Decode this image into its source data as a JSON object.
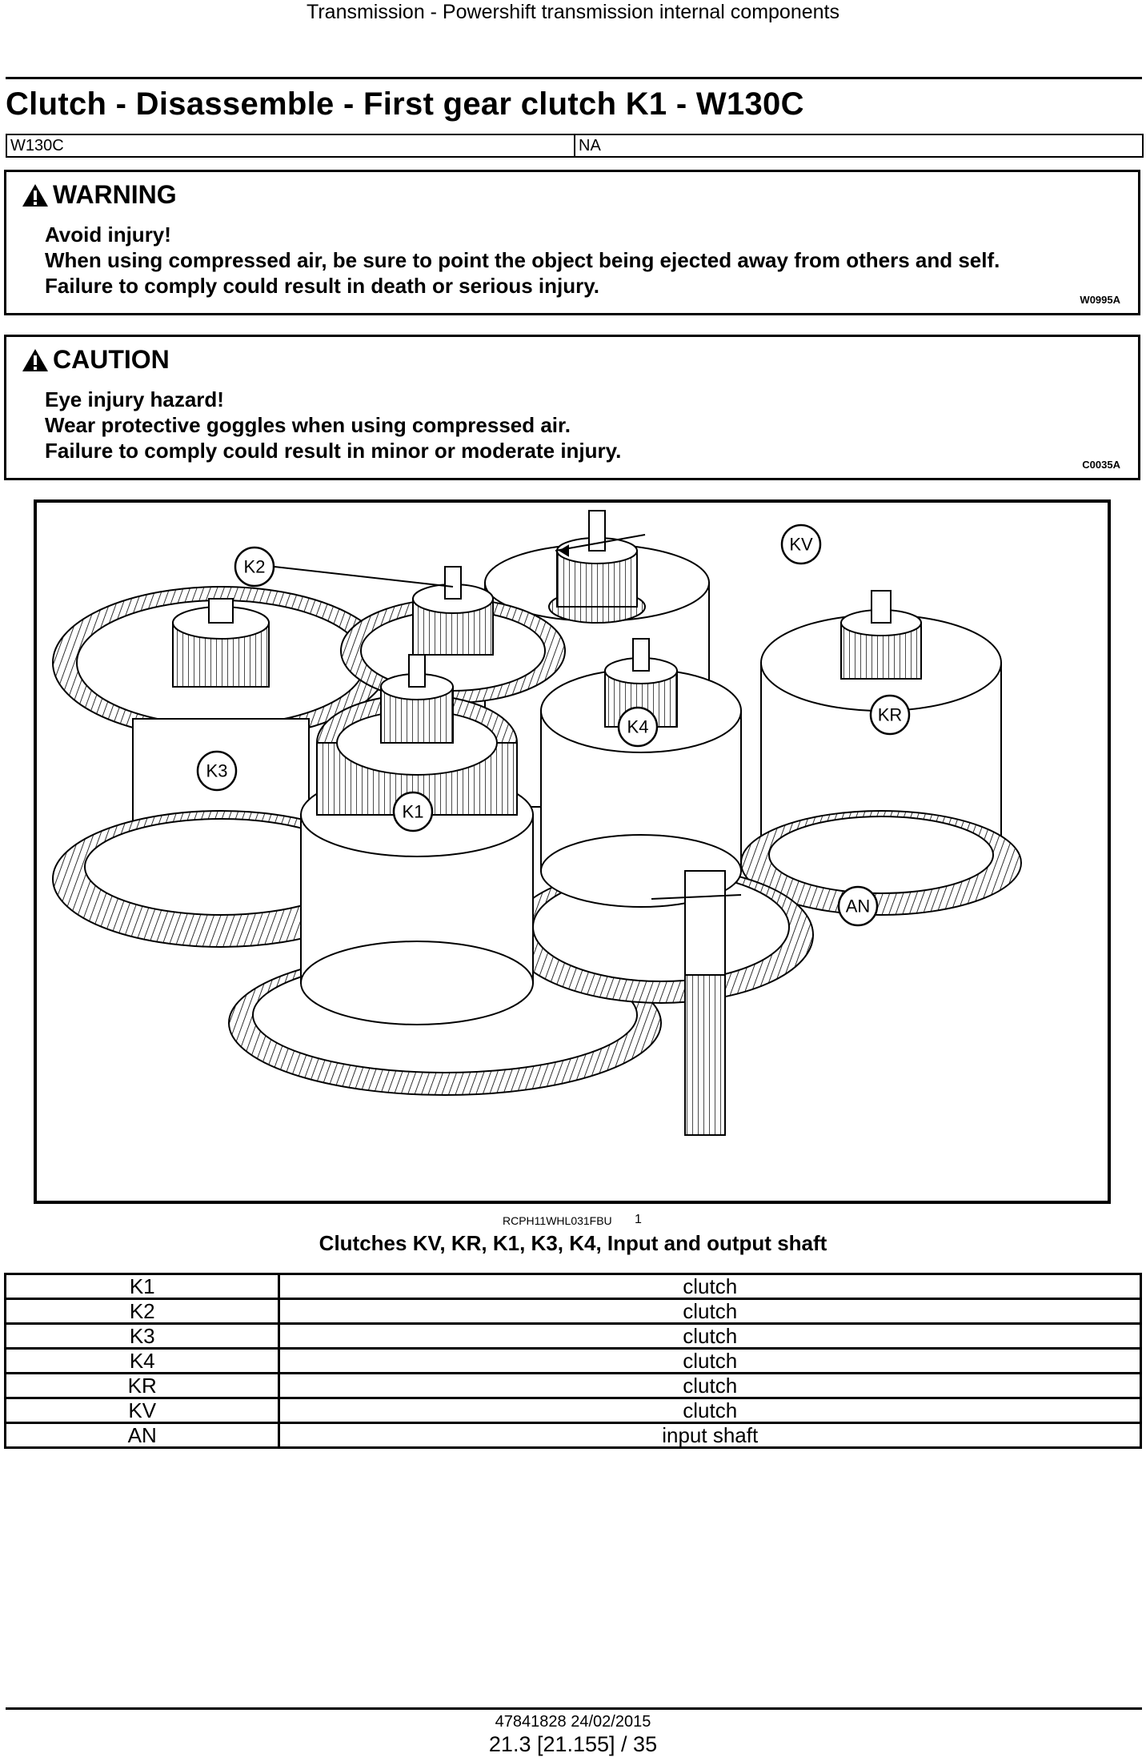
{
  "header": {
    "title": "Transmission - Powershift transmission internal components"
  },
  "section": {
    "title": "Clutch - Disassemble - First gear clutch K1 - W130C",
    "model_row": [
      "W130C",
      "NA"
    ]
  },
  "warning": {
    "heading": "WARNING",
    "lines": [
      "Avoid injury!",
      "When using compressed air, be sure to point the object being ejected away from others and self.",
      "Failure to comply could result in death or serious injury."
    ],
    "code": "W0995A"
  },
  "caution": {
    "heading": "CAUTION",
    "lines": [
      "Eye injury hazard!",
      "Wear protective goggles when using compressed air.",
      "Failure to comply could result in minor or moderate injury."
    ],
    "code": "C0035A"
  },
  "figure": {
    "callouts": {
      "kv": "KV",
      "k2": "K2",
      "kr": "KR",
      "k4": "K4",
      "k3": "K3",
      "k1": "K1",
      "an": "AN"
    },
    "ref": "RCPH11WHL031FBU",
    "number": "1",
    "caption": "Clutches KV, KR, K1, K3, K4, Input and output shaft"
  },
  "parts_table": [
    [
      "K1",
      "clutch"
    ],
    [
      "K2",
      "clutch"
    ],
    [
      "K3",
      "clutch"
    ],
    [
      "K4",
      "clutch"
    ],
    [
      "KR",
      "clutch"
    ],
    [
      "KV",
      "clutch"
    ],
    [
      "AN",
      "input shaft"
    ]
  ],
  "footer": {
    "doc": "47841828 24/02/2015",
    "page": "21.3 [21.155] / 35"
  }
}
